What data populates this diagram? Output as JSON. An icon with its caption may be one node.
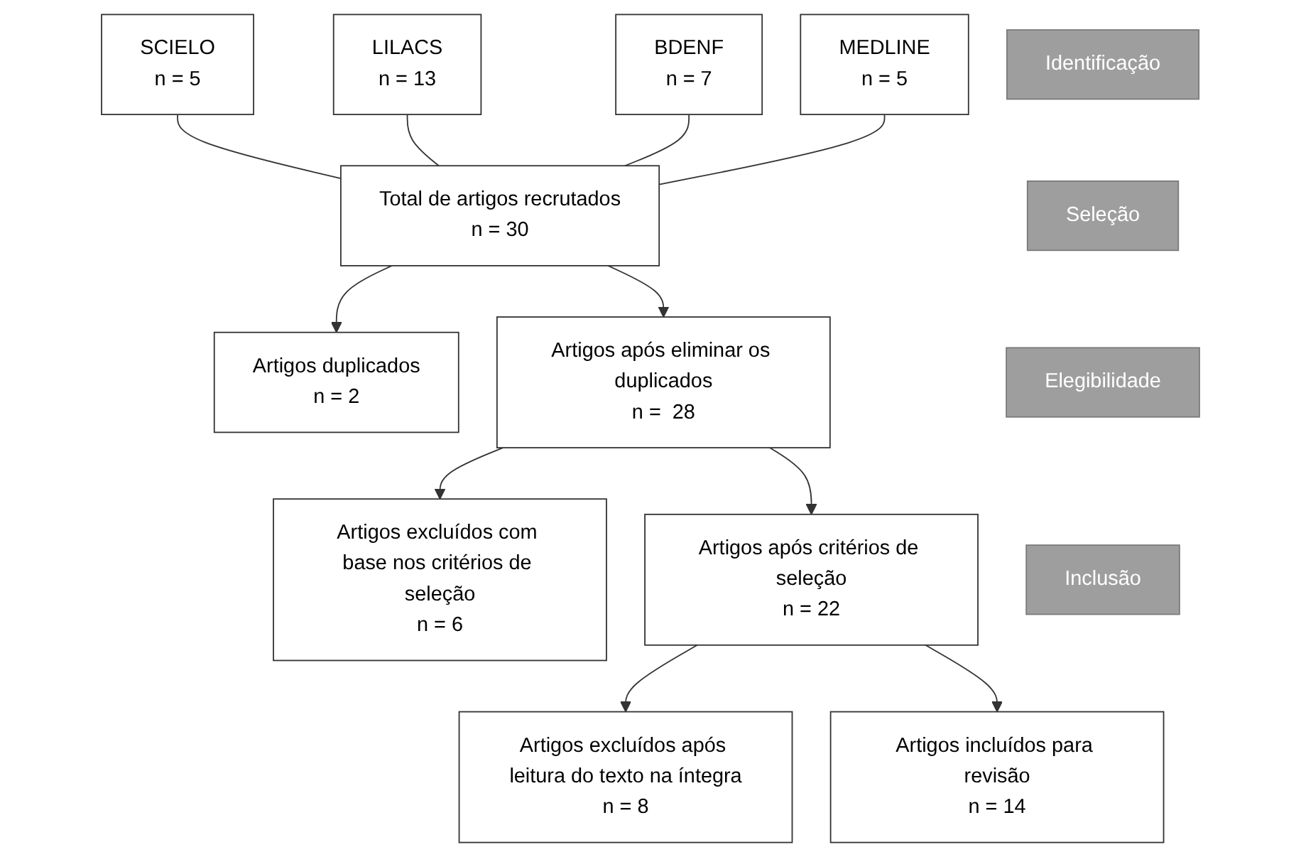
{
  "diagram": {
    "nodes": [
      {
        "text": [
          "Identificação"
        ]
      },
      {
        "text": [
          "SCIELO",
          "n = 5"
        ]
      },
      {
        "text": [
          "LILACS",
          "n = 13"
        ]
      },
      {
        "text": [
          "BDENF",
          "n = 7"
        ]
      },
      {
        "text": [
          "MEDLINE",
          "n = 5"
        ]
      },
      {
        "text": [
          "Total de artigos recrutados",
          "n = 30"
        ]
      },
      {
        "text": [
          "Artigos duplicados",
          "n = 2"
        ]
      },
      {
        "text": [
          "Seleção"
        ]
      },
      {
        "text": [
          "Artigos após eliminar os duplicados",
          "n =  28"
        ]
      },
      {
        "text": [
          "Elegibilidade"
        ]
      },
      {
        "text": [
          "Artigos excluídos com base nos critérios de seleção",
          "n = 6"
        ]
      },
      {
        "text": [
          "Artigos após critérios de seleção",
          "n = 22"
        ]
      },
      {
        "text": [
          "Inclusão"
        ]
      },
      {
        "text": [
          "Artigos excluídos após leitura do texto na íntegra",
          "n = 8"
        ]
      },
      {
        "text": [
          "Artigos incluídos para revisão",
          "n = 14"
        ]
      }
    ],
    "edges": [
      {
        "from": 1,
        "to": 5,
        "arrow": "none"
      },
      {
        "from": 2,
        "to": 5,
        "arrow": "none"
      },
      {
        "from": 3,
        "to": 5,
        "arrow": "none"
      },
      {
        "from": 4,
        "to": 5,
        "arrow": "none"
      },
      {
        "from": 5,
        "to": 6,
        "arrow": "to"
      },
      {
        "from": 5,
        "to": 8,
        "arrow": "to"
      },
      {
        "from": 8,
        "to": 10,
        "arrow": "to"
      },
      {
        "from": 8,
        "to": 11,
        "arrow": "to"
      },
      {
        "from": 11,
        "to": 13,
        "arrow": "to"
      },
      {
        "from": 11,
        "to": 14,
        "arrow": "to"
      }
    ]
  }
}
